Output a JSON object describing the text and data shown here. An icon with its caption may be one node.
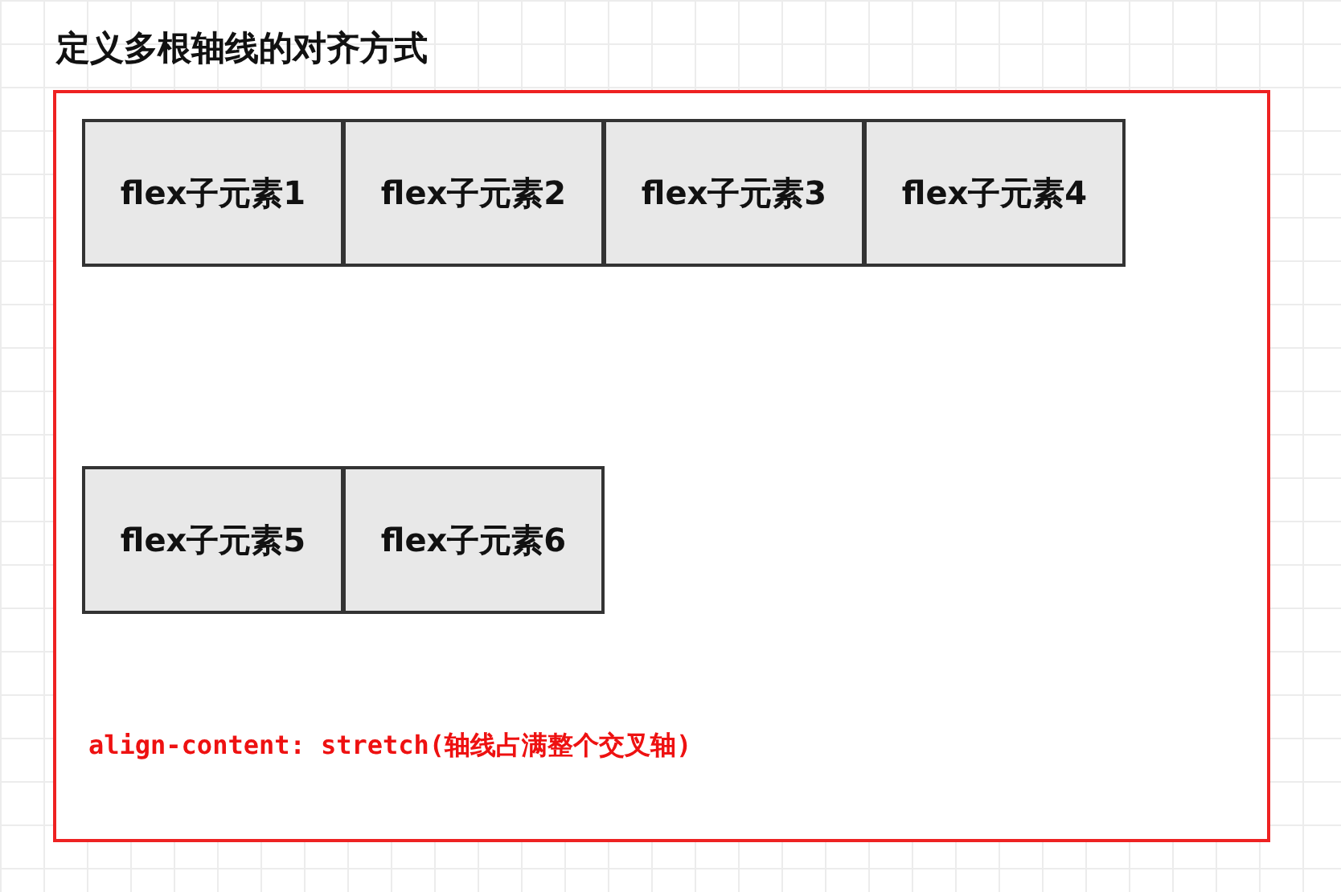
{
  "diagram": {
    "title": "定义多根轴线的对齐方式",
    "nodes": [
      {
        "text": [
          "align-content: stretch(轴线占满整个交叉轴)"
        ]
      },
      {
        "text": [
          "flex子元素1"
        ],
        "in": 0
      },
      {
        "text": [
          "flex子元素2"
        ],
        "in": 0
      },
      {
        "text": [
          "flex子元素3"
        ],
        "in": 0
      },
      {
        "text": [
          "flex子元素4"
        ],
        "in": 0
      },
      {
        "text": [
          "flex子元素5"
        ],
        "in": 0
      },
      {
        "text": [
          "flex子元素6"
        ],
        "in": 0
      }
    ]
  }
}
